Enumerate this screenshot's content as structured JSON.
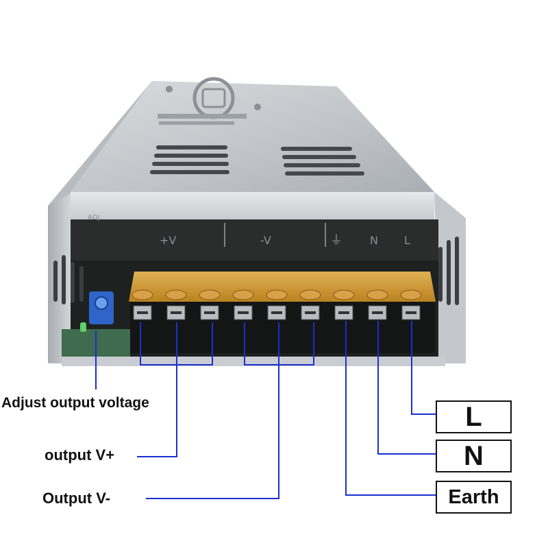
{
  "labels": {
    "adjust": "Adjust output voltage",
    "vplus": "output V+",
    "vminus": "Output V-"
  },
  "boxes": {
    "l": "L",
    "n": "N",
    "earth": "Earth"
  },
  "terminal_markings": {
    "vplus": "+V",
    "vminus": "-V",
    "earth": "⏚",
    "n": "N",
    "l": "L",
    "adj": "ADJ"
  },
  "terminal_count": 9,
  "colors": {
    "line": "#1a2fd0",
    "case": "#c9cdd1",
    "cover": "#e0a63a",
    "text": "#111111"
  },
  "icons": [
    "fan-grille-icon",
    "earth-symbol-icon",
    "potentiometer-icon",
    "led-icon"
  ]
}
